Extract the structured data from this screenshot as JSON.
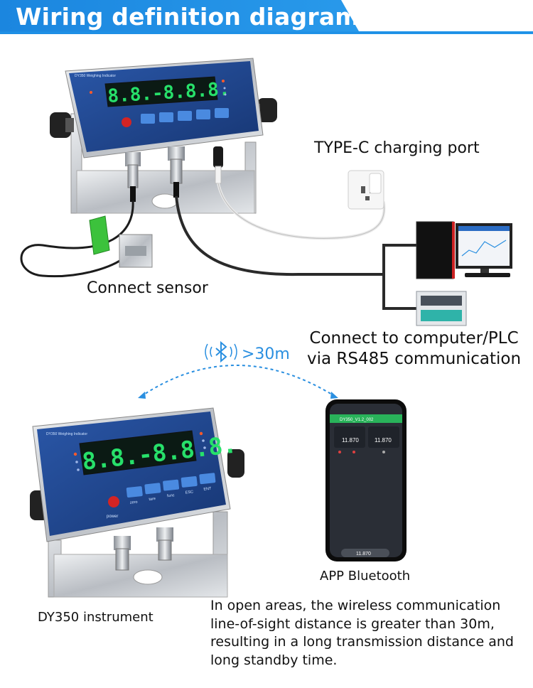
{
  "header": {
    "title": "Wiring definition diagram",
    "accent": "#1e90e6"
  },
  "labels": {
    "typec": "TYPE-C charging port",
    "sensor": "Connect sensor",
    "computer_line1": "Connect to computer/PLC",
    "computer_line2": "via RS485 communication",
    "range": ">30m",
    "app": "APP Bluetooth",
    "instrument": "DY350 instrument"
  },
  "description": "In open areas, the wireless communication line-of-sight distance is greater than 30m, resulting in a long transmission distance and long standby time.",
  "instrument_top": {
    "display": "8.8.-8.8.8.",
    "panel_title": "DY350 Weighing Indicator"
  },
  "instrument_bottom": {
    "display": "8.8.-8.8.8.",
    "panel_title": "DY350 Weighing Indicator",
    "buttons": [
      "zero",
      "tare",
      "func",
      "ESC",
      "ENT"
    ],
    "power": "power"
  },
  "phone": {
    "header": "DY350_V1.2_002",
    "value_left": "11.870",
    "value_right": "11.870",
    "footer_value": "11.870"
  },
  "colors": {
    "accent_blue": "#1e90e6",
    "display_green": "#27e06a",
    "panel_blue": "#1d3f86",
    "steel": "#c9ccd0"
  },
  "icons": [
    "bluetooth-icon",
    "power-socket-icon",
    "computer-icon",
    "plc-icon",
    "sensor-icon",
    "phone-icon"
  ]
}
